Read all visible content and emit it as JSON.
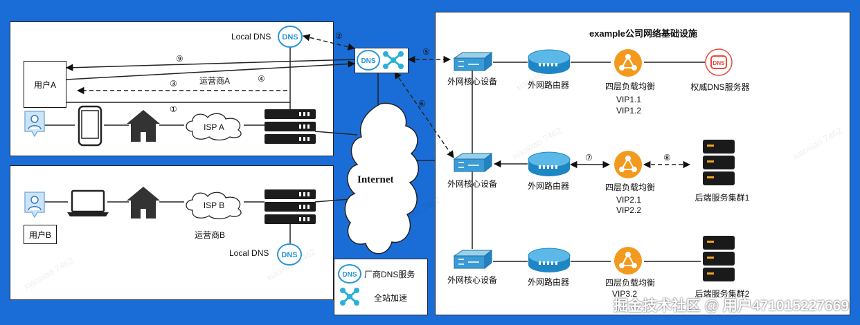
{
  "user_a": "用户A",
  "user_b": "用户B",
  "local_dns": "Local DNS",
  "local_dns_b": "Local DNS",
  "isp_a": "ISP A",
  "isp_b": "ISP B",
  "carrier_a": "运营商A",
  "carrier_b": "运营商B",
  "internet": "Internet",
  "infra_title": "example公司网络基础设施",
  "core_switch": [
    "外网核心设备",
    "外网核心设备",
    "外网核心设备"
  ],
  "router": [
    "外网路由器",
    "外网路由器",
    "外网路由器"
  ],
  "lb_label": [
    "四层负载均衡",
    "四层负载均衡",
    "四层负载均衡"
  ],
  "vip": [
    "VIP1.1",
    "VIP1.2",
    "VIP2.1",
    "VIP2.2",
    "VIP3.2"
  ],
  "auth_dns": "权威DNS服务器",
  "backend": [
    "后端服务集群1",
    "后端服务集群2"
  ],
  "steps": [
    "①",
    "②",
    "③",
    "④",
    "⑤",
    "⑥",
    "⑦",
    "⑧",
    "⑨"
  ],
  "legend": {
    "dns": "厂商DNS服务",
    "accel": "全站加速"
  },
  "dns_icon_text": "DNS",
  "footer": "掘金技术社区 @ 用户471015227669",
  "watermark": "xiaoxiao 7462",
  "colors": {
    "background": "#1a6dd6",
    "accent": "#2a95d8",
    "lb_orange": "#f39a1e",
    "auth_dns_red": "#e84a3a"
  }
}
